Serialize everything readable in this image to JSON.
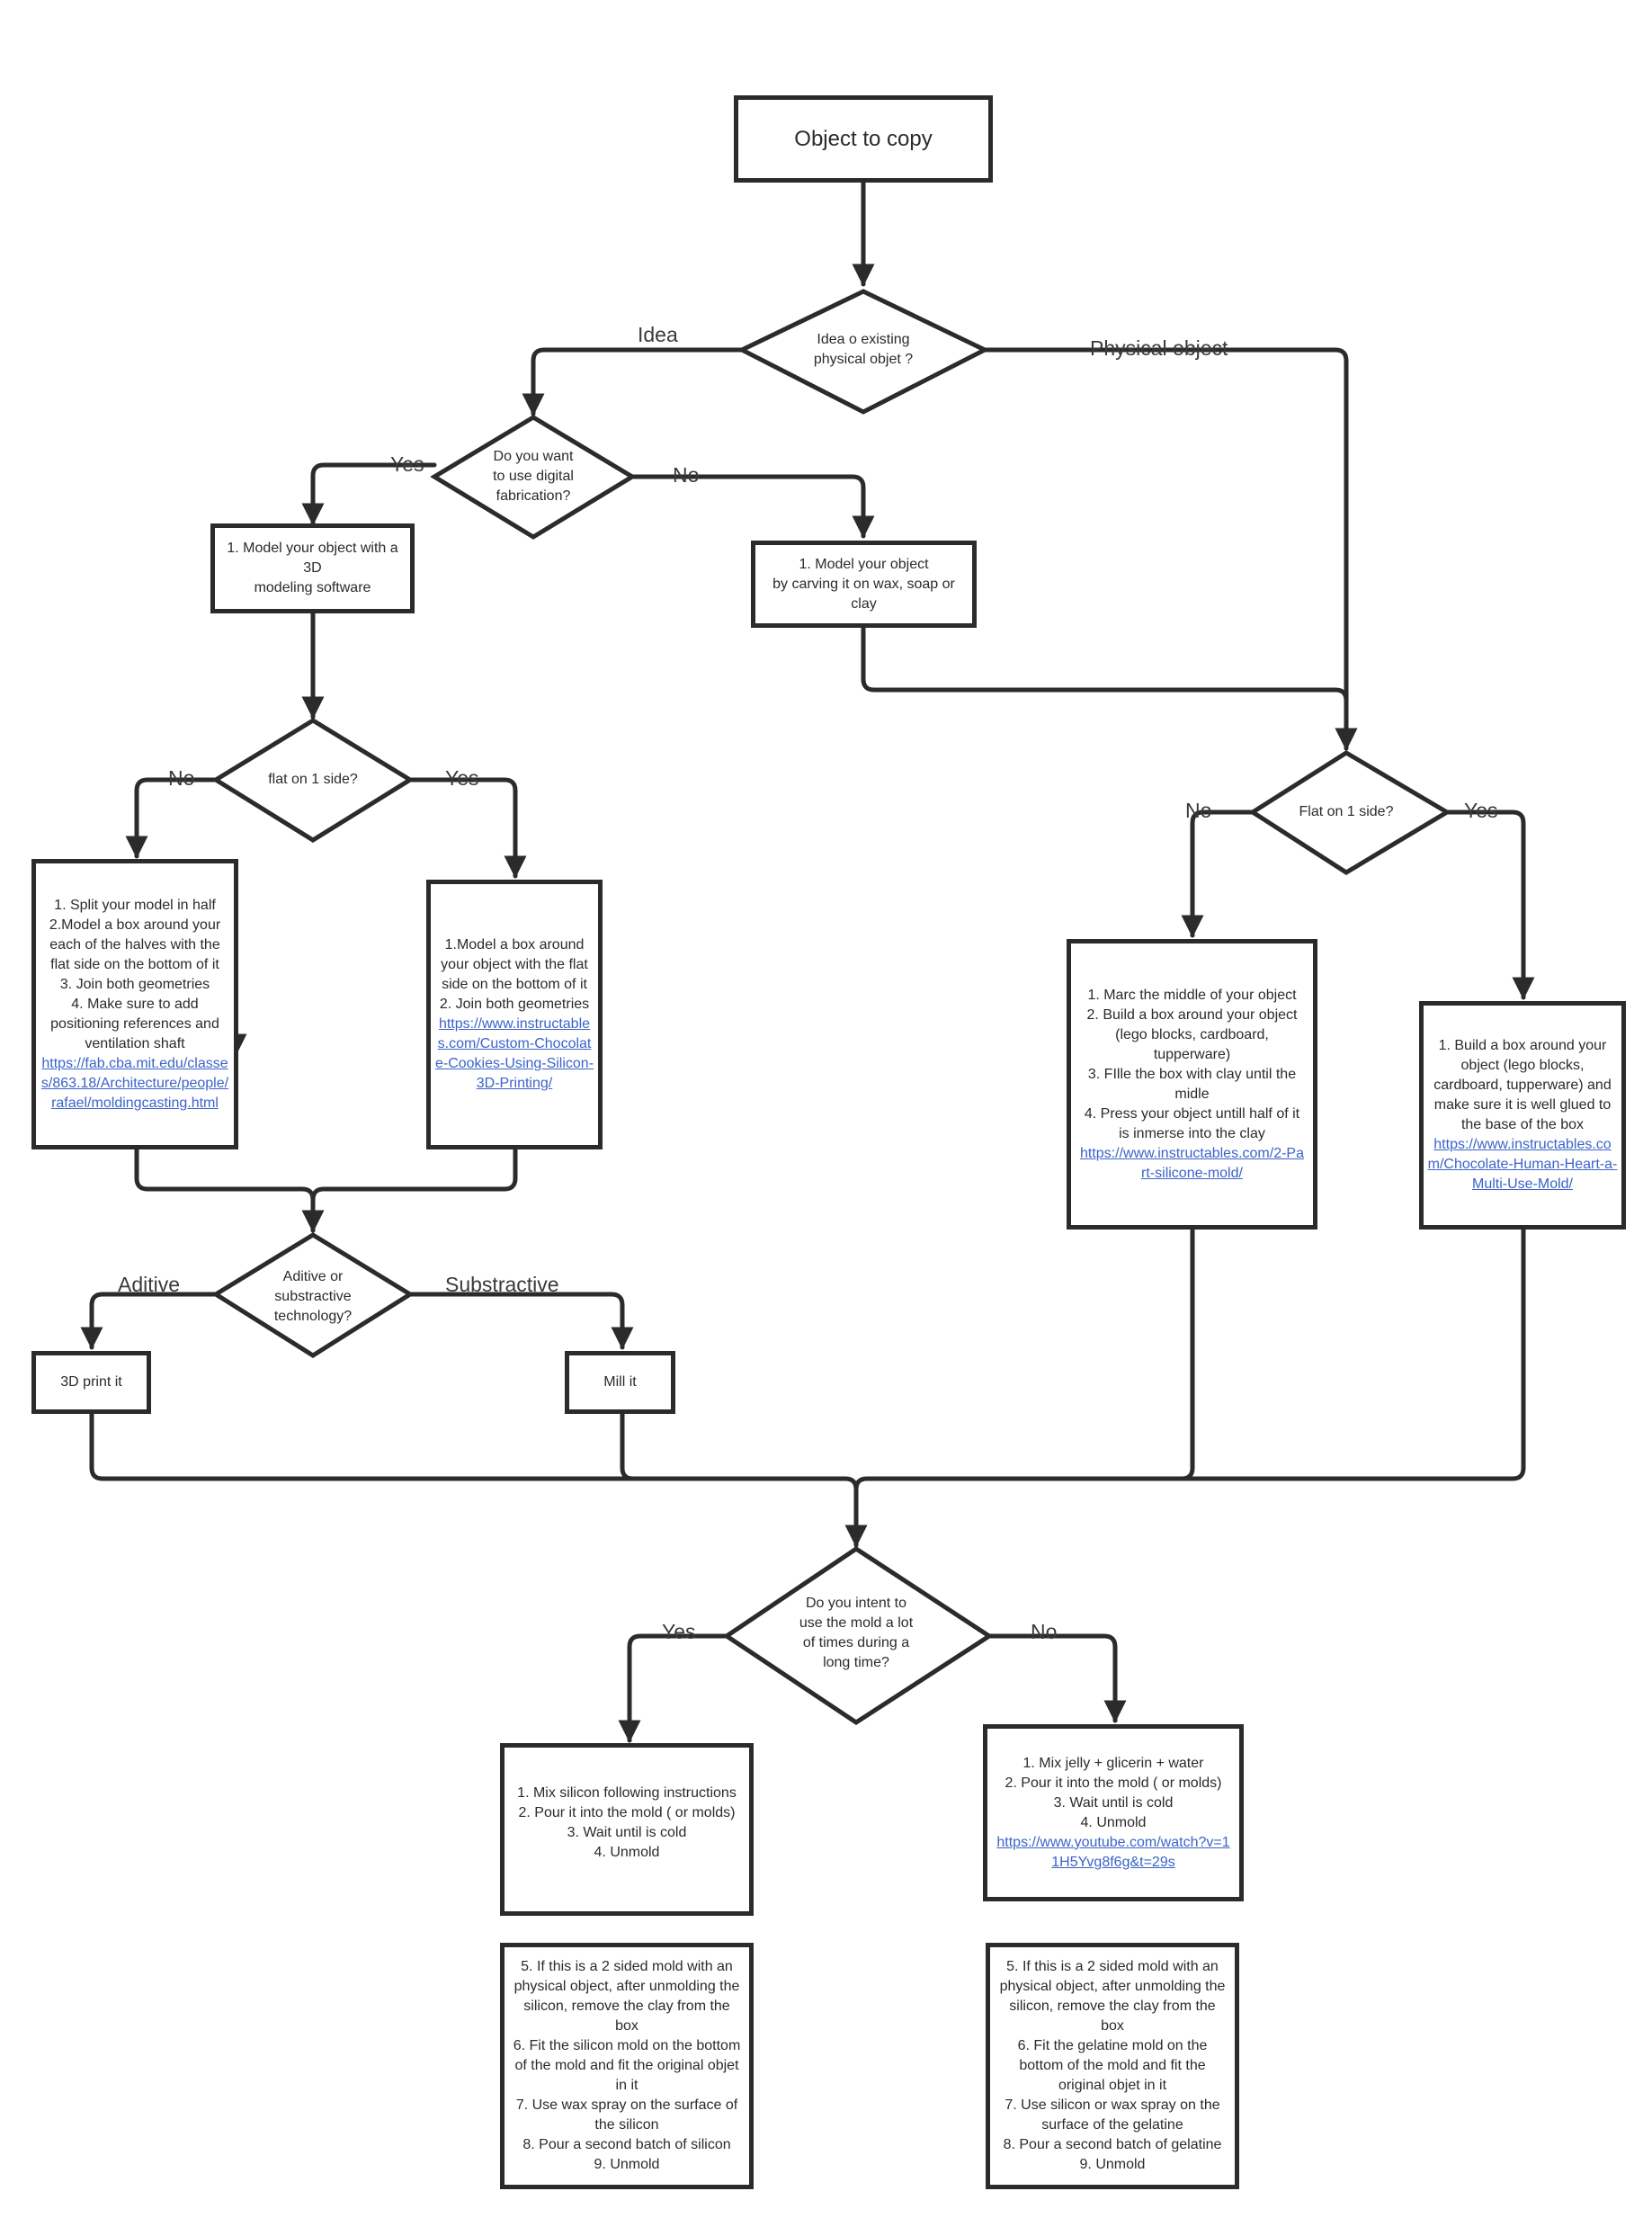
{
  "nodes": {
    "object_to_copy": "Object to copy",
    "idea_or_physical": "Idea o existing\nphysical objet ?",
    "digital_fab": "Do you want\nto use digital\nfabrication?",
    "model_3d": "1. Model your object with a 3D\nmodeling software",
    "model_carve": "1. Model your object\nby carving it on wax, soap or clay",
    "flat_digital": "flat on 1 side?",
    "split_text": "1. Split your model in half\n2.Model a box around your each of the halves with the flat side on the bottom of it\n3. Join both geometries\n4. Make sure to add positioning references and ventilation shaft",
    "split_link": "https://fab.cba.mit.edu/classes/863.18/Architecture/people/rafael/moldingcasting.html",
    "flatbox_text": "1.Model a box around your object with the flat side on the bottom of it\n2. Join both geometries",
    "flatbox_link": "https://www.instructables.com/Custom-Chocolate-Cookies-Using-Silicon-3D-Printing/",
    "flat_physical": "Flat on 1 side?",
    "marc_text": "1. Marc the middle of your object\n2. Build a box around your object (lego blocks, cardboard, tupperware)\n3. FIlle the box with clay until the midle\n4. Press your object untill half of it is inmerse into the clay",
    "marc_link": "https://www.instructables.com/2-Part-silicone-mold/",
    "build_text": "1. Build a box around your object (lego blocks, cardboard, tupperware) and make sure it is well glued to the base of the box",
    "build_link": "https://www.instructables.com/Chocolate-Human-Heart-a-Multi-Use-Mold/",
    "additive_q": "Aditive or\nsubstractive\ntechnology?",
    "print3d": "3D print it",
    "mill": "Mill it",
    "intent_q": "Do you intent to\nuse the mold a lot\nof times during a\nlong time?",
    "silicon_text": "1. Mix silicon following instructions\n2. Pour it into the mold ( or molds)\n3. Wait until is cold\n4. Unmold",
    "jelly_text": "1. Mix jelly + glicerin + water\n2. Pour it into the mold ( or molds)\n3. Wait until is cold\n4. Unmold",
    "jelly_link": "https://www.youtube.com/watch?v=11H5Yvg8f6g&t=29s",
    "silicon_two_sided": "5. If this is a 2 sided mold with an physical object, after unmolding the silicon, remove the clay from the box\n6. Fit the silicon mold on the bottom of the mold and fit the original objet in it\n7. Use wax spray on the surface of the silicon\n8. Pour a second batch of silicon\n9. Unmold",
    "gelatine_two_sided": "5. If this is a 2 sided mold with an physical object, after unmolding the silicon, remove the clay from the box\n6. Fit the gelatine mold on the bottom of the mold and fit the original objet in it\n7. Use silicon or wax spray on the surface of the gelatine\n8. Pour a second batch of gelatine\n9. Unmold"
  },
  "edge_labels": {
    "idea": "Idea",
    "physical": "Physical object",
    "yes_digital": "Yes",
    "no_digital": "No",
    "no_flat_digital": "No",
    "yes_flat_digital": "Yes",
    "no_flat_physical": "No",
    "yes_flat_physical": "Yes",
    "additive": "Aditive",
    "subtractive": "Substractive",
    "yes_intent": "Yes",
    "no_intent": "No"
  },
  "colors": {
    "stroke": "#2b2b2b",
    "link": "#3b63c9"
  }
}
